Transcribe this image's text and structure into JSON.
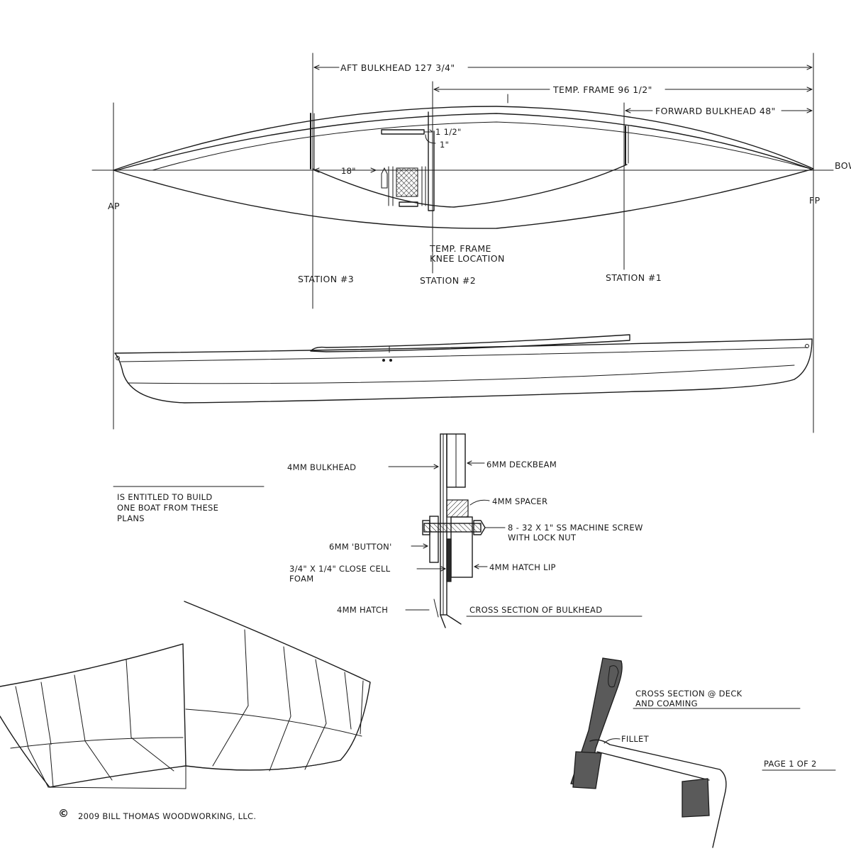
{
  "plan_view": {
    "dim_aft_bulkhead": "AFT BULKHEAD 127 3/4\"",
    "dim_temp_frame": "TEMP. FRAME 96 1/2\"",
    "dim_forward_bulkhead": "FORWARD BULKHEAD 48\"",
    "dim_seat_offset": "1 1/2\"",
    "dim_seat_height": "1\"",
    "dim_cockpit": "18\"",
    "label_ap": "AP",
    "label_fp": "FP",
    "label_bow": "BOW",
    "temp_frame_line1": "TEMP. FRAME",
    "temp_frame_line2": "KNEE LOCATION",
    "station_3": "STATION #3",
    "station_2": "STATION #2",
    "station_1": "STATION #1"
  },
  "license": {
    "line1": "IS ENTITLED TO BUILD",
    "line2": "ONE BOAT FROM THESE",
    "line3": "PLANS"
  },
  "bulkhead_section": {
    "title": "CROSS SECTION OF BULKHEAD",
    "label_bulkhead": "4MM BULKHEAD",
    "label_deckbeam": "6MM DECKBEAM",
    "label_spacer": "4MM SPACER",
    "label_screw_line1": "8 - 32 X 1\" SS MACHINE SCREW",
    "label_screw_line2": "WITH LOCK NUT",
    "label_button": "6MM 'BUTTON'",
    "label_foam_line1": "3/4\" X 1/4\" CLOSE CELL",
    "label_foam_line2": "FOAM",
    "label_hatch_lip": "4MM HATCH LIP",
    "label_hatch": "4MM HATCH"
  },
  "deck_section": {
    "title_line1": "CROSS SECTION @ DECK",
    "title_line2": "AND COAMING",
    "label_fillet": "FILLET"
  },
  "footer": {
    "copyright_symbol": "©",
    "copyright_text": "2009 BILL THOMAS WOODWORKING, LLC.",
    "page": "PAGE 1 OF 2"
  }
}
